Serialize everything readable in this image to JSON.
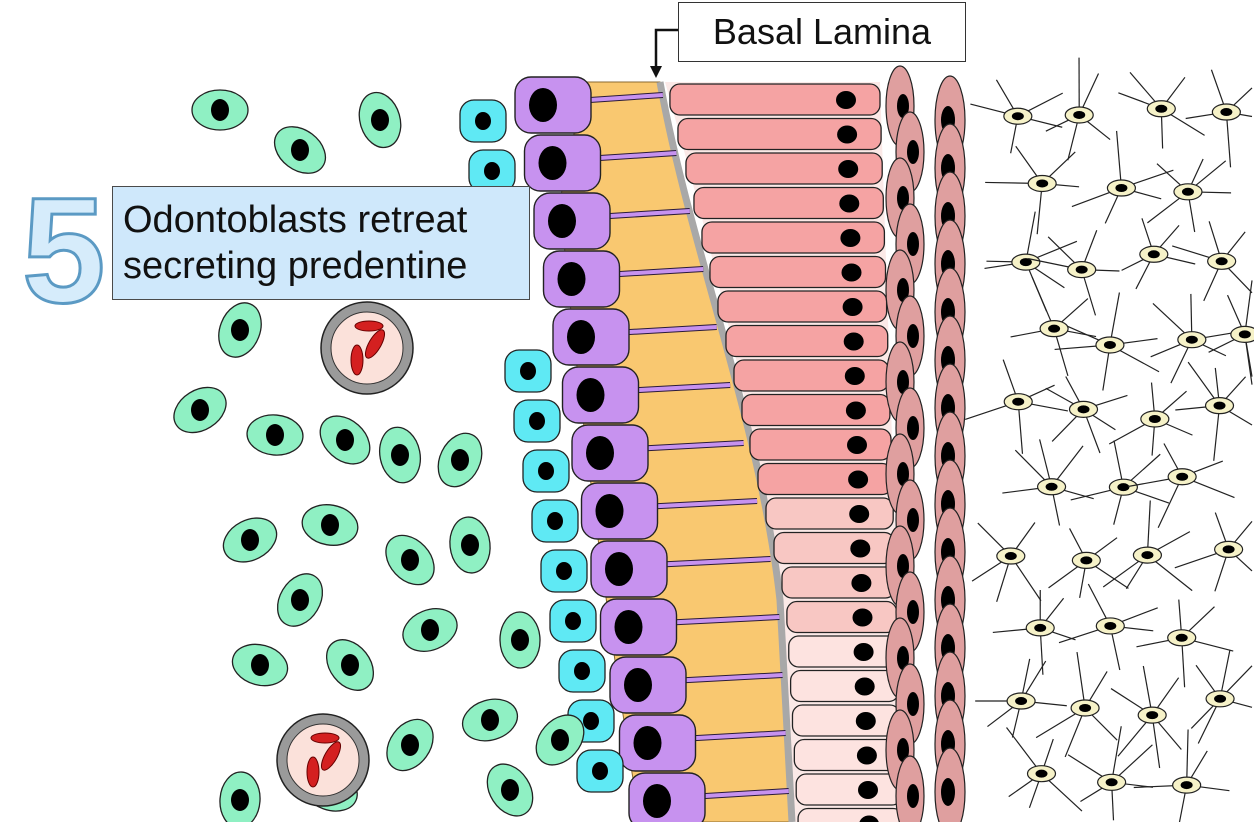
{
  "labels": {
    "basal_lamina": "Basal Lamina"
  },
  "step": {
    "number": "5",
    "caption_line1": "Odontoblasts retreat",
    "caption_line2": "secreting predentine"
  },
  "colors": {
    "mesenchyme": "#8ff0c3",
    "preodontoblast": "#5fe9f4",
    "odontoblast": "#c792ef",
    "predentine": "#f9c870",
    "ameloblast": "#f5a3a3",
    "ameloblast_light": "#fde3e0",
    "stratum_intermedium": "#df9f9f",
    "stellate_reticulum": "#f6f2c8",
    "basal_lamina": "#b0b0b0",
    "caption_fill": "#cfe8fb",
    "step_number_outline": "#5b9ac4"
  }
}
